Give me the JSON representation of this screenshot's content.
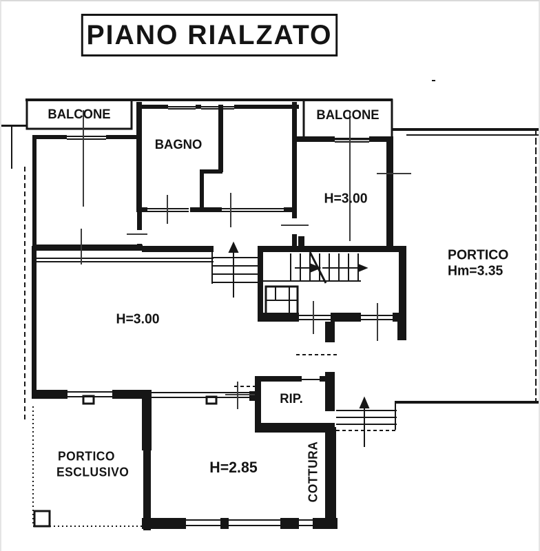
{
  "title": "PIANO RIALZATO",
  "labels": {
    "balcone_left": "BALCONE",
    "balcone_right": "BALCONE",
    "bagno": "BAGNO",
    "room_top_right_height": "H=3.00",
    "living_height": "H=3.00",
    "portico_name": "PORTICO",
    "portico_height": "Hm=3.35",
    "storage": "RIP.",
    "portico_esclusivo_line1": "PORTICO",
    "portico_esclusivo_line2": "ESCLUSIVO",
    "kitchen_height": "H=2.85",
    "cottura": "COTTURA"
  },
  "colors": {
    "line": "#141414",
    "background": "#ffffff"
  }
}
